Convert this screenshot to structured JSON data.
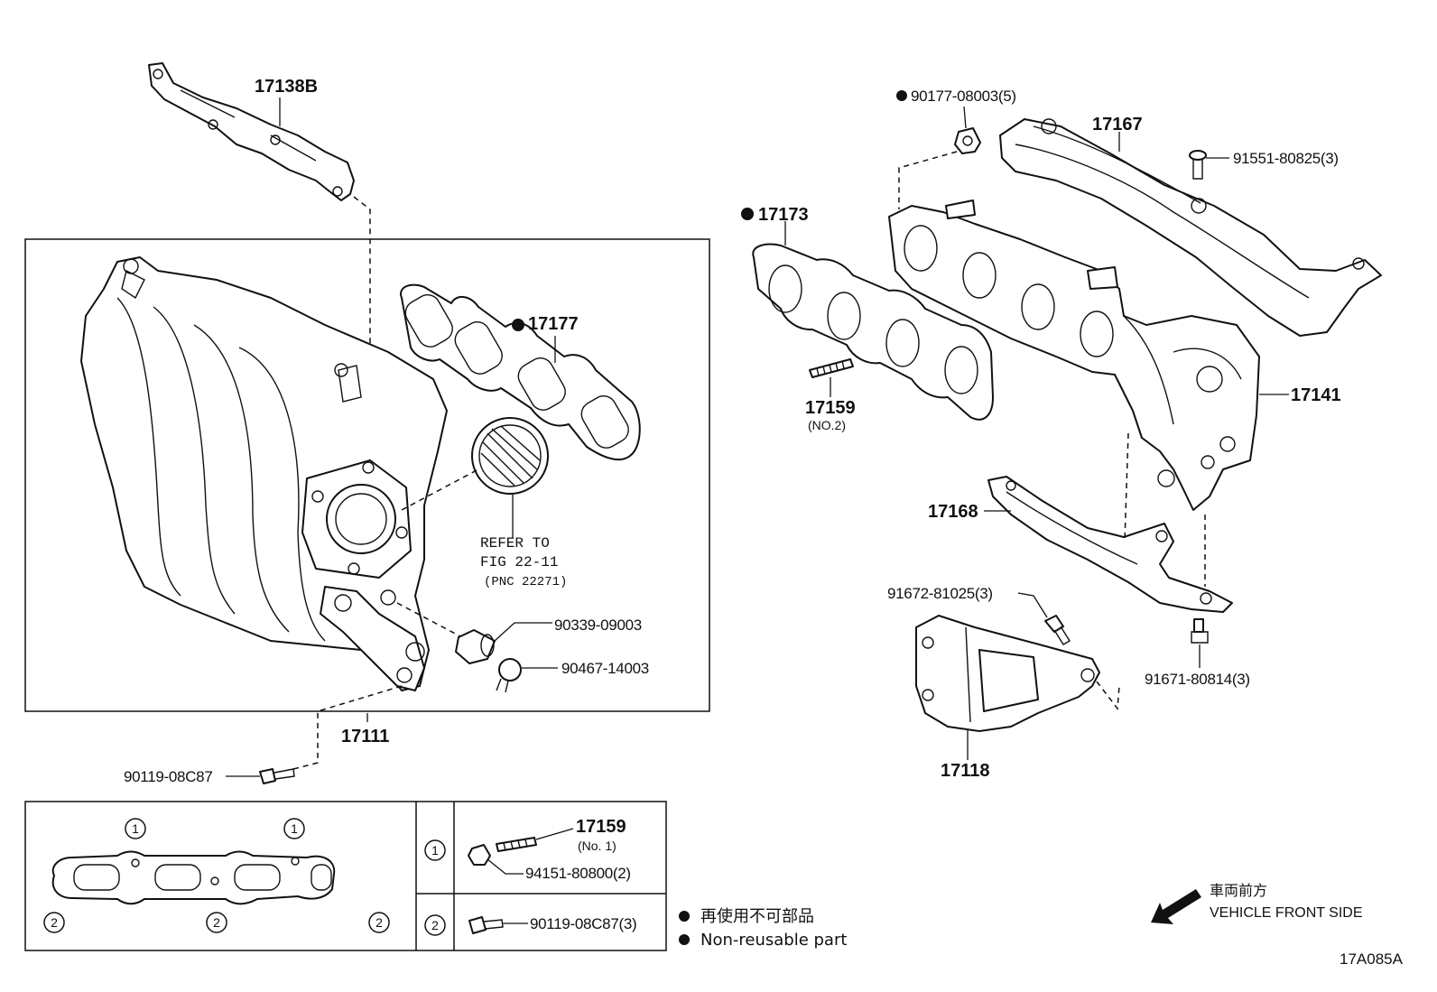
{
  "parts": {
    "p17138B": "17138B",
    "p17177": "17177",
    "p17111": "17111",
    "p90119_08C87": "90119-08C87",
    "p90339_09003": "90339-09003",
    "p90467_14003": "90467-14003",
    "p90177_08003": "90177-08003(5)",
    "p17167": "17167",
    "p91551_80825": "91551-80825(3)",
    "p17173": "17173",
    "p17159": "17159",
    "p17159_sub": "(NO.2)",
    "p17141": "17141",
    "p17168": "17168",
    "p91672_81025": "91672-81025(3)",
    "p91671_80814": "91671-80814(3)",
    "p17118": "17118"
  },
  "refer": {
    "line1": "REFER TO",
    "line2": "FIG 22-11",
    "line3": "(PNC 22271)"
  },
  "inset": {
    "circle1": "1",
    "circle2": "2",
    "row1_part": "17159",
    "row1_sub": "(No. 1)",
    "row1_nut": "94151-80800(2)",
    "row2_bolt": "90119-08C87(3)"
  },
  "legend": {
    "jp": "再使用不可部品",
    "en": "Non-reusable part",
    "front_jp": "車両前方",
    "front_en": "VEHICLE FRONT SIDE"
  },
  "figure_id": "17A085A"
}
